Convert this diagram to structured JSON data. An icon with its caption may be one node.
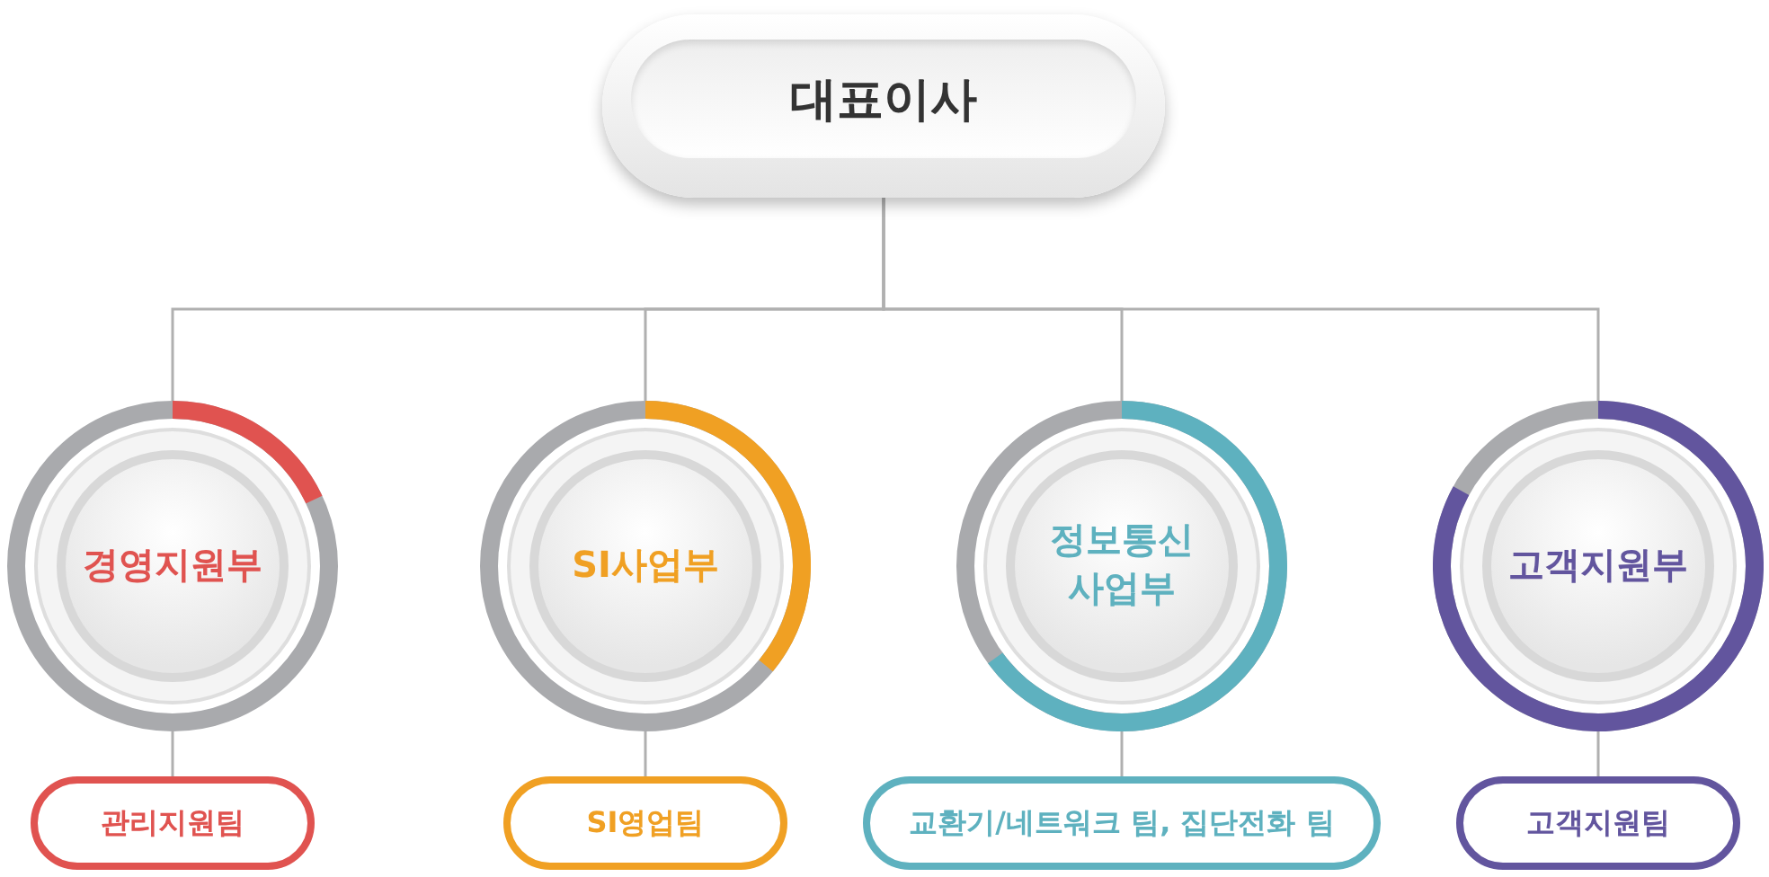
{
  "diagram": {
    "nodes": [
      {
        "text": [
          "대표이사"
        ]
      },
      {
        "text": [
          "경영지원부"
        ]
      },
      {
        "text": [
          "SI사업부"
        ]
      },
      {
        "text": [
          "정보통신 사업부"
        ]
      },
      {
        "text": [
          "고객지원부"
        ]
      },
      {
        "text": [
          "관리지원팀"
        ]
      },
      {
        "text": [
          "SI영업팀"
        ]
      },
      {
        "text": [
          "교환기/네트워크 팀, 집단전화 팀"
        ]
      },
      {
        "text": [
          "고객지원팀"
        ]
      }
    ],
    "edges": [
      {
        "from": 0,
        "to": 1,
        "arrow": "none"
      },
      {
        "from": 0,
        "to": 2,
        "arrow": "none"
      },
      {
        "from": 0,
        "to": 3,
        "arrow": "none"
      },
      {
        "from": 0,
        "to": 4,
        "arrow": "none"
      },
      {
        "from": 1,
        "to": 5,
        "arrow": "none"
      },
      {
        "from": 2,
        "to": 6,
        "arrow": "none"
      },
      {
        "from": 3,
        "to": 7,
        "arrow": "none"
      },
      {
        "from": 4,
        "to": 8,
        "arrow": "none"
      }
    ]
  }
}
